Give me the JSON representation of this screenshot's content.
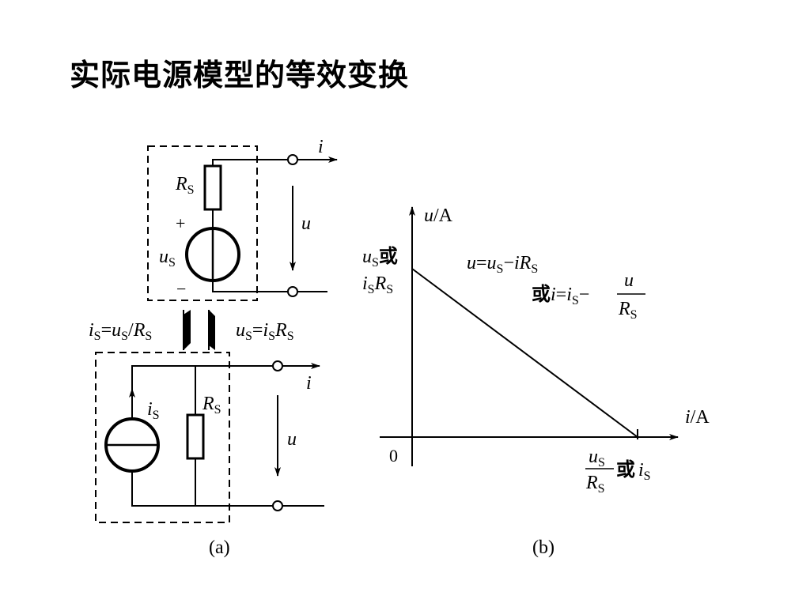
{
  "title": "实际电源模型的等效变换",
  "circuit_a": {
    "current_top": "i",
    "voltage_top": "u",
    "rs_top": {
      "main": "R",
      "sub": "S"
    },
    "plus_sign": "+",
    "minus_sign": "−",
    "us_top": {
      "main": "u",
      "sub": "S"
    },
    "eq_left": {
      "a": "i",
      "a_sub": "S",
      "eq": "=",
      "b": "u",
      "b_sub": "S",
      "slash": "/",
      "c": "R",
      "c_sub": "S"
    },
    "eq_right": {
      "a": "u",
      "a_sub": "S",
      "eq": "=",
      "b": "i",
      "b_sub": "S",
      "c": "R",
      "c_sub": "S"
    },
    "is_bottom": {
      "main": "i",
      "sub": "S"
    },
    "rs_bottom": {
      "main": "R",
      "sub": "S"
    },
    "current_bottom": "i",
    "voltage_bottom": "u",
    "caption": "(a)"
  },
  "graph_b": {
    "y_axis_label": {
      "var": "u",
      "unit": "/A"
    },
    "x_axis_label": {
      "var": "i",
      "unit": "/A"
    },
    "origin": "0",
    "y_intercept": {
      "l1_var": "u",
      "l1_sub": "S",
      "or": "或",
      "l2_a": "i",
      "l2_a_sub": "S",
      "l2_b": "R",
      "l2_b_sub": "S"
    },
    "equation_1": {
      "u": "u",
      "eq": "=",
      "us": "u",
      "us_sub": "S",
      "minus": "−",
      "i": "i",
      "r": "R",
      "r_sub": "S"
    },
    "equation_2": {
      "or": "或",
      "i": "i",
      "eq": "=",
      "is": "i",
      "is_sub": "S",
      "minus": "−",
      "num": "u",
      "den": "R",
      "den_sub": "S"
    },
    "x_intercept": {
      "num": "u",
      "num_sub": "S",
      "den": "R",
      "den_sub": "S",
      "or": "或",
      "is": "i",
      "is_sub": "S"
    },
    "caption": "(b)"
  }
}
